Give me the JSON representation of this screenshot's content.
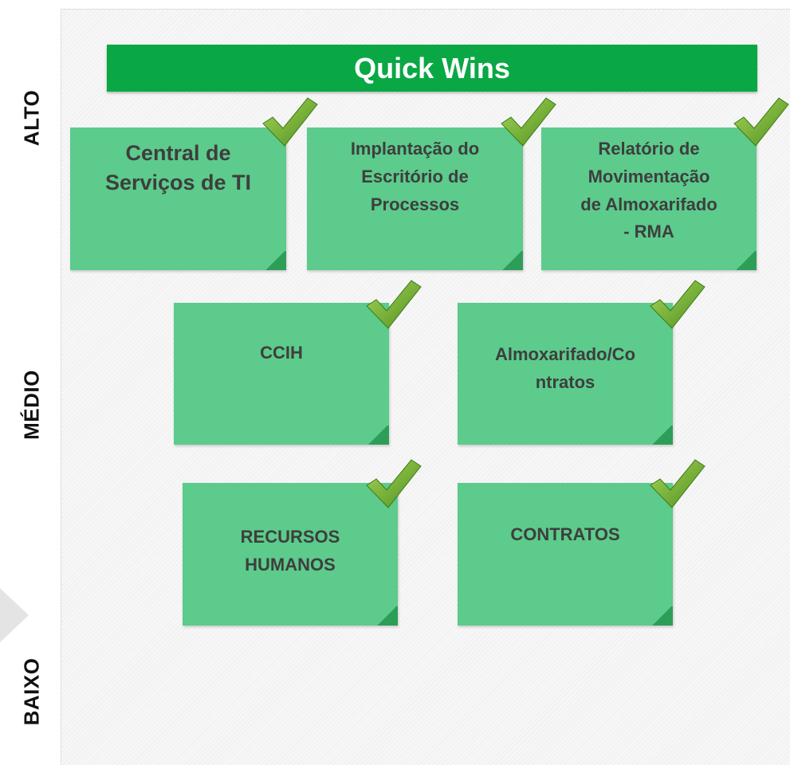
{
  "axis": {
    "alto": "ALTO",
    "medio": "MÉDIO",
    "baixo": "BAIXO"
  },
  "banner": {
    "title": "Quick Wins"
  },
  "notes": [
    {
      "id": "central",
      "lines": [
        "Central de",
        "Serviços de TI"
      ],
      "checked": true
    },
    {
      "id": "implantacao",
      "lines": [
        "Implantação do",
        "Escritório de",
        "Processos"
      ],
      "checked": true
    },
    {
      "id": "rma",
      "lines": [
        "Relatório de",
        "Movimentação",
        "de Almoxarifado",
        "- RMA"
      ],
      "checked": true
    },
    {
      "id": "ccih",
      "lines": [
        "CCIH"
      ],
      "checked": true
    },
    {
      "id": "almoxarifado",
      "lines": [
        "Almoxarifado/Co",
        "ntratos"
      ],
      "checked": true
    },
    {
      "id": "rh",
      "lines": [
        "RECURSOS",
        "HUMANOS"
      ],
      "checked": true
    },
    {
      "id": "contratos",
      "lines": [
        "CONTRATOS"
      ],
      "checked": true
    }
  ],
  "colors": {
    "banner": "#0aa845",
    "note": "#5ccb8b",
    "note_fold": "#2d9e58",
    "check": "#6fae2e"
  }
}
